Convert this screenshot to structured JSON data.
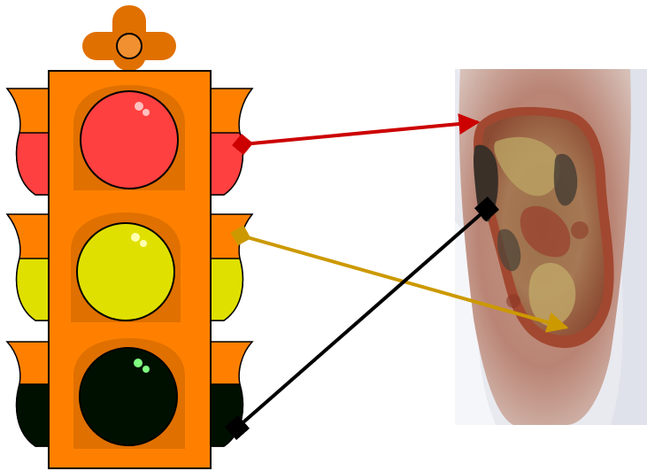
{
  "traffic_light": {
    "housing_color": "#FF8000",
    "lamps": [
      {
        "key": "red",
        "color": "#FF4040",
        "visor_color": "#FF4040",
        "glint_color": "#FFC0C0"
      },
      {
        "key": "yellow",
        "color": "#E0E000",
        "visor_color": "#E0E000",
        "glint_color": "#FFFFB0"
      },
      {
        "key": "black",
        "color": "#001000",
        "visor_color": "#001000",
        "glint_color": "#80FF80"
      }
    ]
  },
  "wound_photo": {
    "subject": "wound-photograph",
    "zones": [
      "red-granulation",
      "yellow-slough",
      "black-necrosis"
    ]
  },
  "arrows": [
    {
      "from": "red-lamp",
      "to": "wound-red-tissue",
      "color": "#CC0000"
    },
    {
      "from": "yellow-lamp",
      "to": "wound-yellow-tissue",
      "color": "#CC9900"
    },
    {
      "from": "black-lamp",
      "to": "wound-black-tissue",
      "color": "#000000"
    }
  ]
}
